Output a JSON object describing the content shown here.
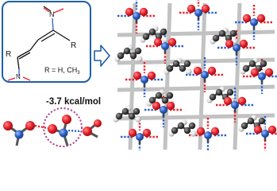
{
  "structure": {
    "r_top": "R",
    "r_left": "R",
    "substituent_note": "R = H, CH",
    "substituent_subscript": "3",
    "no2_top_n": "N",
    "no2_bottom_n": "N"
  },
  "interaction": {
    "energy": "-3.7 kcal/mol"
  },
  "colors": {
    "frame": "#1f5fa8",
    "arrow": "#1f5fa8",
    "oxygen": "#e8202a",
    "nitrogen": "#2a5fc8",
    "carbon": "#3a3a3a",
    "hydrogen": "#d9d9d9",
    "dashed_o_o": "#e8202a",
    "dashed_n_o": "#2a5fc8",
    "highlight": "#b0478f",
    "lattice": "#b8b8b8"
  }
}
